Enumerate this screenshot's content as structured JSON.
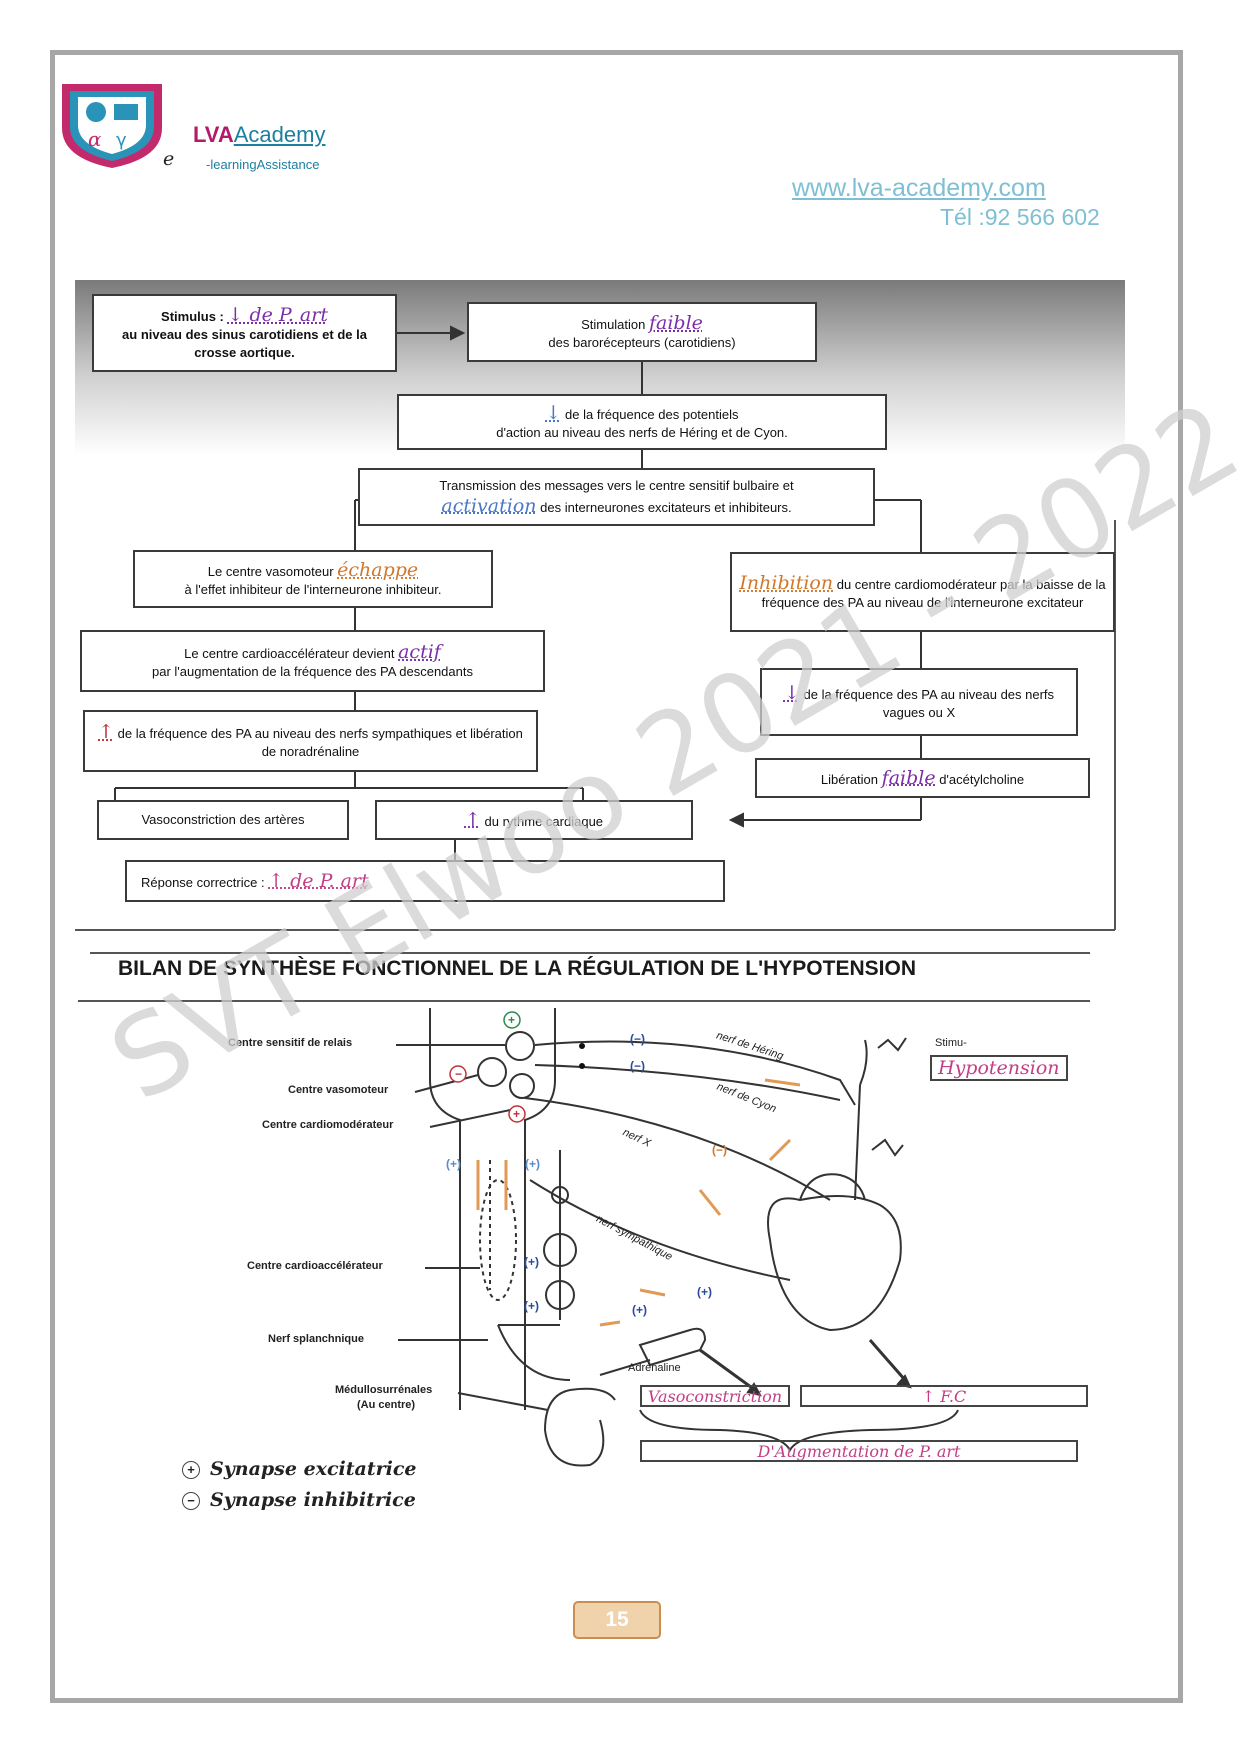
{
  "header": {
    "logo_e": "e",
    "brand_lva": "LVA",
    "brand_academy": "Academy",
    "brand_sub": "-learningAssistance",
    "website": "www.lva-academy.com",
    "phone": "Tél :92 566 602"
  },
  "flowchart": {
    "b1_label": "Stimulus :",
    "b1_hw": "↓ de P. art",
    "b1_text": "au niveau des sinus carotidiens et de la crosse aortique.",
    "b2_label": "Stimulation",
    "b2_hw": "faible",
    "b2_text": "des barorécepteurs (carotidiens)",
    "b3_hw": "↓",
    "b3_text1": "de la fréquence des potentiels",
    "b3_text2": "d'action au niveau des nerfs de Héring et de Cyon.",
    "b4_text1": "Transmission des messages vers le centre sensitif bulbaire et",
    "b4_hw": "activation",
    "b4_text2": "des interneurones excitateurs et inhibiteurs.",
    "b5_text1": "Le centre vasomoteur",
    "b5_hw": "échappe",
    "b5_text2": "à l'effet inhibiteur de l'interneurone inhibiteur.",
    "b6_text1": "Le centre cardioaccélérateur devient",
    "b6_hw": "actif",
    "b6_text2": "par l'augmentation de la fréquence des PA descendants",
    "b7_hw": "↑",
    "b7_text": "de la fréquence des PA au niveau des nerfs sympathiques et libération de noradrénaline",
    "b8_text": "Vasoconstriction des artères",
    "b9_hw": "↑",
    "b9_text": "du rythme cardiaque",
    "b10_label": "Réponse correctrice :",
    "b10_hw": "↑ de P. art",
    "r1_hw": "Inhibition",
    "r1_text": "du centre cardiomodérateur par la baisse de la fréquence des PA au niveau de l'interneurone excitateur",
    "r2_hw": "↓",
    "r2_text": "de la fréquence des PA au niveau des nerfs vagues ou X",
    "r3_label": "Libération",
    "r3_hw": "faible",
    "r3_text": "d'acétylcholine"
  },
  "section_title": "BILAN DE SYNTHÈSE FONCTIONNEL DE LA RÉGULATION DE L'HYPOTENSION",
  "diagram": {
    "labels": {
      "relay": "Centre sensitif de relais",
      "vasomotor": "Centre vasomoteur",
      "cardiomoderator": "Centre cardiomodérateur",
      "cardioaccelerator": "Centre cardioaccélérateur",
      "splanchnic": "Nerf splanchnique",
      "medullo1": "Médullosurrénales",
      "medullo2": "(Au centre)",
      "adrenaline": "Adrénaline",
      "stimulus": "Stimu-"
    },
    "nerves": {
      "hering": "nerf de Héring",
      "cyon": "nerf de Cyon",
      "x": "nerf X",
      "sympathetic": "nerf sympathique"
    },
    "stimulus_hw": "Hypotension",
    "result_vaso": "Vasoconstriction",
    "result_fc": "↑ F.C",
    "result_final": "D'Augmentation de P. art"
  },
  "legend": {
    "exc_sym": "+",
    "exc": "Synapse excitatrice",
    "inh_sym": "−",
    "inh": "Synapse inhibitrice"
  },
  "watermark": "SVT Elwoo 2021 - 2022",
  "page_number": "15"
}
